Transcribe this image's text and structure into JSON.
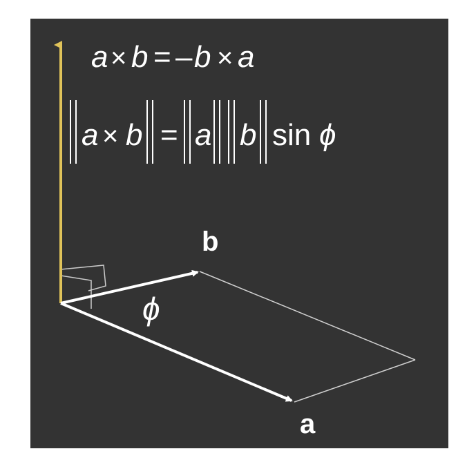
{
  "equations": {
    "anticommutative": {
      "a": "a",
      "times": "×",
      "b": "b",
      "equals": "=",
      "minus": "–",
      "b2": "b",
      "times2": "×",
      "a2": "a"
    },
    "magnitude": {
      "a": "a",
      "times": "×",
      "b": "b",
      "equals": "=",
      "a2": "a",
      "b2": "b",
      "sin": "sin",
      "phi": "ϕ"
    }
  },
  "vector_labels": {
    "a": "a",
    "b": "b",
    "angle": "ϕ"
  },
  "colors": {
    "background": "#333333",
    "page": "#ffffff",
    "normal_vector": "#e0c35a",
    "vectors": "#ffffff",
    "parallelogram": "#d0d0d0"
  }
}
